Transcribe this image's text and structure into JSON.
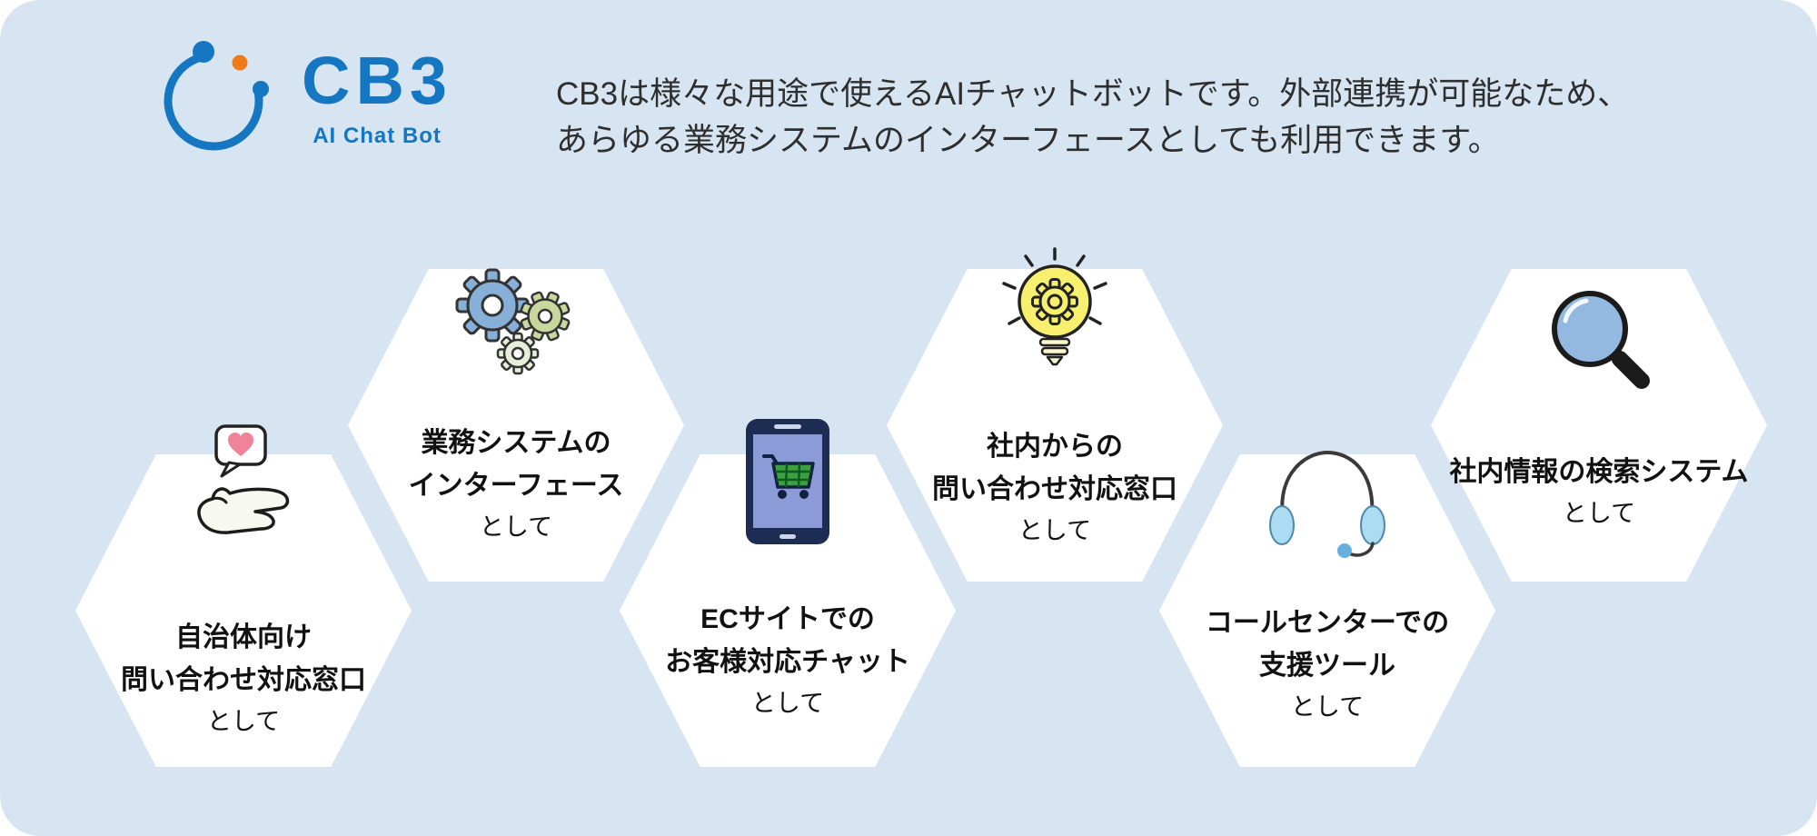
{
  "page": {
    "background_color": "#d7e5f2",
    "card_color": "#ffffff"
  },
  "logo": {
    "title": "CB3",
    "subtitle": "AI Chat Bot",
    "brand_color": "#1576c2",
    "accent_dot_color": "#ef7a1a",
    "icon": "cb3-circle-logo-icon"
  },
  "description": {
    "line1": "CB3は様々な用途で使えるAIチャットボットです。外部連携が可能なため、",
    "line2": "あらゆる業務システムのインターフェースとしても利用できます。"
  },
  "hexagons": [
    {
      "icon": "hand-heart-icon",
      "line1": "自治体向け",
      "line2": "問い合わせ対応窓口",
      "suffix": "として"
    },
    {
      "icon": "gears-icon",
      "line1": "業務システムの",
      "line2": "インターフェース",
      "suffix": "として"
    },
    {
      "icon": "smartphone-cart-icon",
      "line1": "ECサイトでの",
      "line2": "お客様対応チャット",
      "suffix": "として"
    },
    {
      "icon": "lightbulb-gear-icon",
      "line1": "社内からの",
      "line2": "問い合わせ対応窓口",
      "suffix": "として"
    },
    {
      "icon": "headset-icon",
      "line1": "コールセンターでの",
      "line2": "支援ツール",
      "suffix": "として"
    },
    {
      "icon": "magnifying-glass-icon",
      "line1": "社内情報の検索システム",
      "line2": "",
      "suffix": "として"
    }
  ]
}
